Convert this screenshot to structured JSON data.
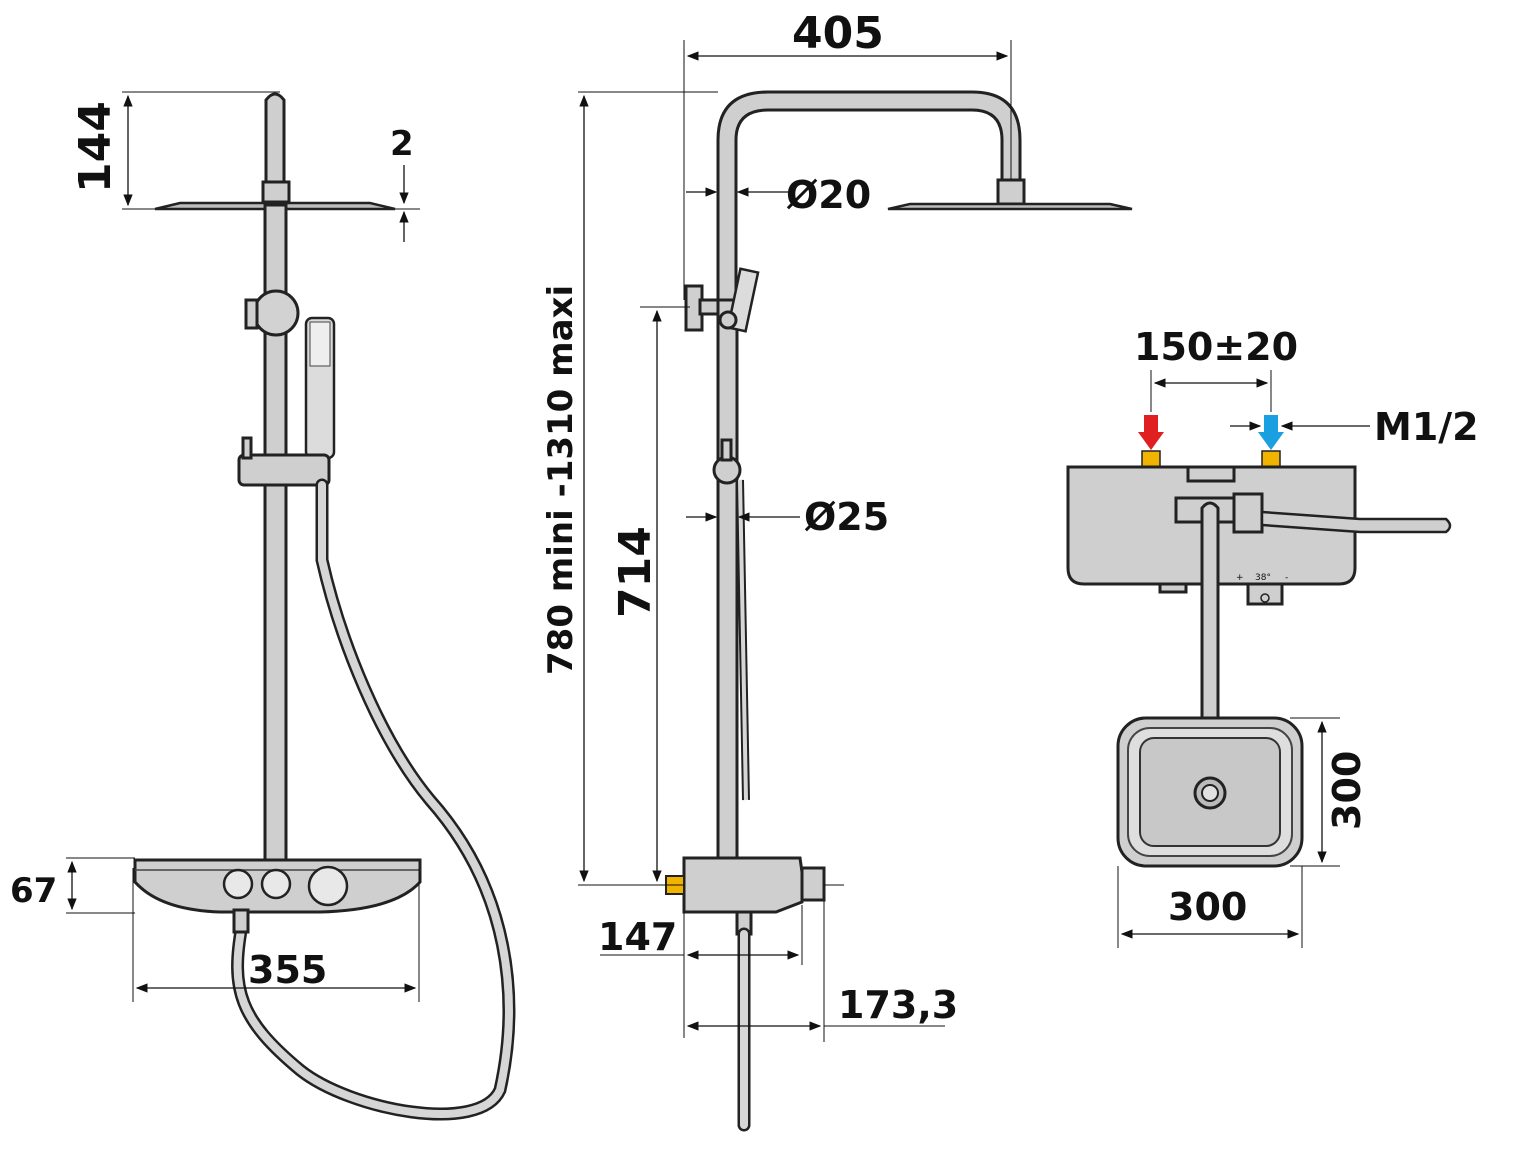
{
  "dimensions": {
    "head_height": "144",
    "head_thickness": "2",
    "mixer_height": "67",
    "mixer_width": "355",
    "arm_length": "405",
    "arm_diameter": "Ø20",
    "column_diameter": "Ø25",
    "column_height_range": "780 mini -1310 maxi",
    "inlet_height": "714",
    "mixer_depth": "147",
    "mixer_depth_total": "173,3",
    "inlet_spacing": "150±20",
    "thread": "M1/2",
    "head_length": "300",
    "head_width": "300"
  },
  "mixer_scale": {
    "plus": "+",
    "temp": "38°",
    "minus": "-"
  },
  "colors": {
    "hot_arrow": "#e02020",
    "cold_arrow": "#1aa0e0",
    "inlet": "#f0b400",
    "part_fill": "#cfcfcf",
    "line": "#111111"
  }
}
